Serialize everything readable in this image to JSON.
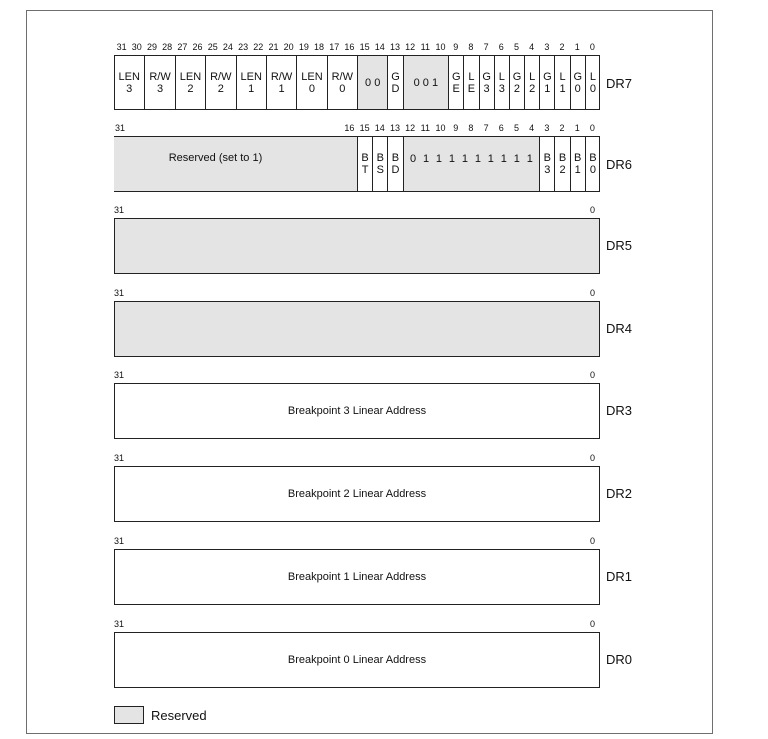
{
  "dr7": {
    "name": "DR7",
    "bit_numbers": [
      "31",
      "30",
      "29",
      "28",
      "27",
      "26",
      "25",
      "24",
      "23",
      "22",
      "21",
      "20",
      "19",
      "18",
      "17",
      "16",
      "15",
      "14",
      "13",
      "12",
      "11",
      "10",
      "9",
      "8",
      "7",
      "6",
      "5",
      "4",
      "3",
      "2",
      "1",
      "0"
    ],
    "fields": [
      {
        "l1": "LEN",
        "l2": "3"
      },
      {
        "l1": "R/W",
        "l2": "3"
      },
      {
        "l1": "LEN",
        "l2": "2"
      },
      {
        "l1": "R/W",
        "l2": "2"
      },
      {
        "l1": "LEN",
        "l2": "1"
      },
      {
        "l1": "R/W",
        "l2": "1"
      },
      {
        "l1": "LEN",
        "l2": "0"
      },
      {
        "l1": "R/W",
        "l2": "0"
      },
      {
        "l1": "0 0",
        "l2": ""
      },
      {
        "l1": "G",
        "l2": "D"
      },
      {
        "l1": "0 0 1",
        "l2": ""
      },
      {
        "l1": "G",
        "l2": "E"
      },
      {
        "l1": "L",
        "l2": "E"
      },
      {
        "l1": "G",
        "l2": "3"
      },
      {
        "l1": "L",
        "l2": "3"
      },
      {
        "l1": "G",
        "l2": "2"
      },
      {
        "l1": "L",
        "l2": "2"
      },
      {
        "l1": "G",
        "l2": "1"
      },
      {
        "l1": "L",
        "l2": "1"
      },
      {
        "l1": "G",
        "l2": "0"
      },
      {
        "l1": "L",
        "l2": "0"
      }
    ]
  },
  "dr6": {
    "name": "DR6",
    "bit_numbers": [
      {
        "label": "31",
        "bit": 31
      },
      {
        "label": "16",
        "bit": 16
      },
      {
        "label": "15",
        "bit": 15
      },
      {
        "label": "14",
        "bit": 14
      },
      {
        "label": "13",
        "bit": 13
      },
      {
        "label": "12",
        "bit": 12
      },
      {
        "label": "11",
        "bit": 11
      },
      {
        "label": "10",
        "bit": 10
      },
      {
        "label": "9",
        "bit": 9
      },
      {
        "label": "8",
        "bit": 8
      },
      {
        "label": "7",
        "bit": 7
      },
      {
        "label": "6",
        "bit": 6
      },
      {
        "label": "5",
        "bit": 5
      },
      {
        "label": "4",
        "bit": 4
      },
      {
        "label": "3",
        "bit": 3
      },
      {
        "label": "2",
        "bit": 2
      },
      {
        "label": "1",
        "bit": 1
      },
      {
        "label": "0",
        "bit": 0
      }
    ],
    "reserved_label": "Reserved (set to 1)",
    "flags": [
      {
        "l1": "B",
        "l2": "T"
      },
      {
        "l1": "B",
        "l2": "S"
      },
      {
        "l1": "B",
        "l2": "D"
      }
    ],
    "ones": [
      "0",
      "1",
      "1",
      "1",
      "1",
      "1",
      "1",
      "1",
      "1",
      "1"
    ],
    "low_flags": [
      {
        "l1": "B",
        "l2": "3"
      },
      {
        "l1": "B",
        "l2": "2"
      },
      {
        "l1": "B",
        "l2": "1"
      },
      {
        "l1": "B",
        "l2": "0"
      }
    ]
  },
  "registers": [
    {
      "name": "DR5",
      "hi": "31",
      "lo": "0",
      "label": "",
      "reserved": true
    },
    {
      "name": "DR4",
      "hi": "31",
      "lo": "0",
      "label": "",
      "reserved": true
    },
    {
      "name": "DR3",
      "hi": "31",
      "lo": "0",
      "label": "Breakpoint 3 Linear Address",
      "reserved": false
    },
    {
      "name": "DR2",
      "hi": "31",
      "lo": "0",
      "label": "Breakpoint 2 Linear Address",
      "reserved": false
    },
    {
      "name": "DR1",
      "hi": "31",
      "lo": "0",
      "label": "Breakpoint 1 Linear Address",
      "reserved": false
    },
    {
      "name": "DR0",
      "hi": "31",
      "lo": "0",
      "label": "Breakpoint 0 Linear Address",
      "reserved": false
    }
  ],
  "legend": {
    "label": "Reserved",
    "swatch_color": "#e4e4e4"
  }
}
